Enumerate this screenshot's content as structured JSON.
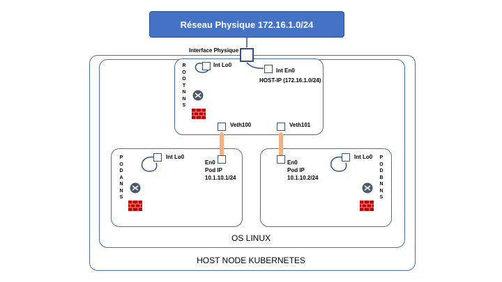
{
  "network": {
    "title": "Réseau Physique 172.16.1.0/24"
  },
  "host": {
    "label": "HOST NODE KUBERNETES"
  },
  "os": {
    "label": "OS LINUX"
  },
  "root_ns": {
    "side_label": "ROOT NNS",
    "iface_physique": "Interface Physique",
    "int_lo0": "Int Lo0",
    "int_en0": "Int En0",
    "host_ip": "HOST-IP (172.16.1.0/24)",
    "veth100": "Veth100",
    "veth101": "Veth101"
  },
  "pod_a": {
    "side_label": "PODA NNS",
    "int_lo0": "Int Lo0",
    "en0": "En0",
    "pod_ip_label": "Pod IP",
    "pod_ip": "10.1.10.1/24"
  },
  "pod_b": {
    "side_label": "PODB NNS",
    "int_lo0": "Int Lo0",
    "en0": "En0",
    "pod_ip_label": "Pod IP",
    "pod_ip": "10.1.10.2/24"
  },
  "colors": {
    "network_fill": "#4472c4",
    "border": "#4a6fa5",
    "veth_link": "#f4b183",
    "firewall": "#c00000"
  }
}
